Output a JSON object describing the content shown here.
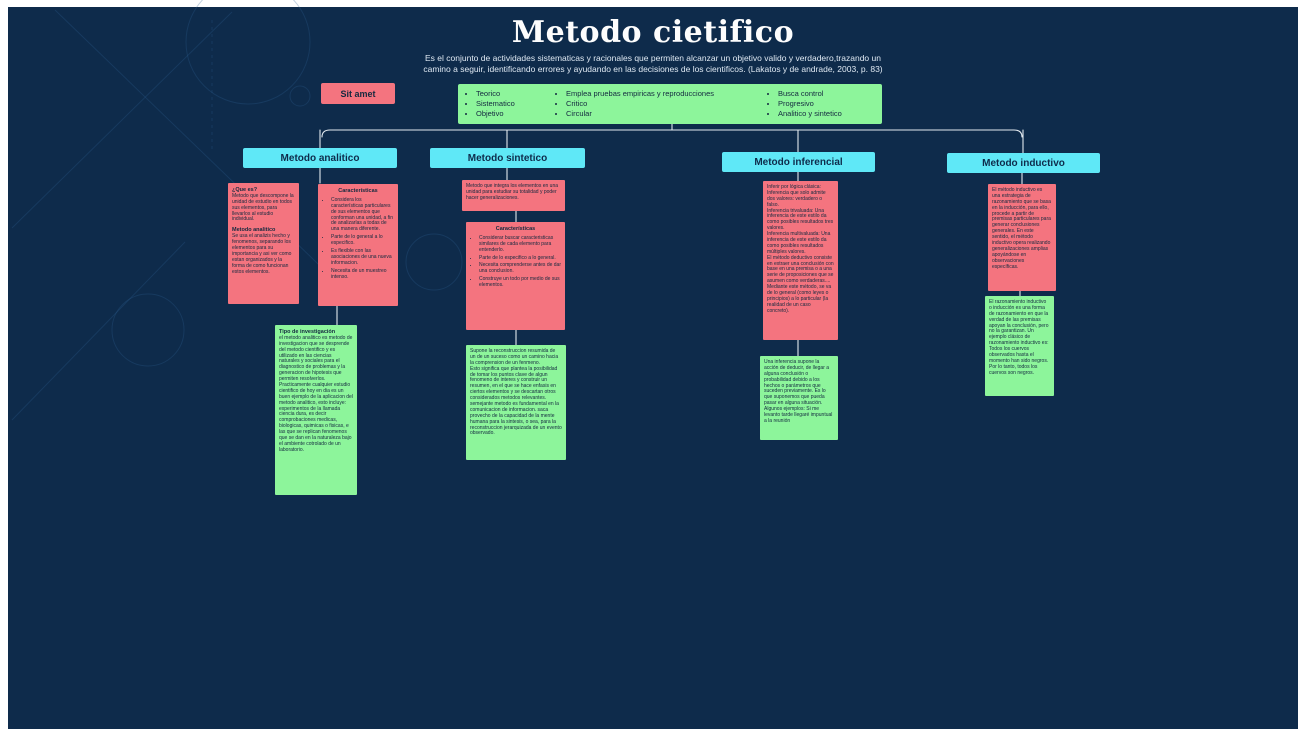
{
  "title": "Metodo cietifico",
  "subtitle": "Es el conjunto de actividades sistematicas y racionales que permiten alcanzar un objetivo valido y verdadero,trazando un\ncamino a seguir, identificando errores y ayudando en las decisiones de los cientificos. (Lakatos y de andrade, 2003, p. 83)",
  "sit_amet": "Sit amet",
  "features": {
    "col1": [
      "Teorico",
      "Sistematico",
      "Objetivo"
    ],
    "col2": [
      "Emplea pruebas empiricas y reproducciones",
      "Critico",
      "Circular"
    ],
    "col3": [
      "Busca control",
      "Progresivo",
      "Analitico y sintetico"
    ]
  },
  "branches": {
    "analitico": {
      "label": "Metodo analitico",
      "what": {
        "heading1": "¿Que es?",
        "text1": "Metodo que descompone la unidad de estudio en todos sus elementos, para llevarlos al estudio individual.",
        "heading2": "Metodo analitico",
        "text2": "Se usa el analizis hecho y fenomenos, separando los elementos para su importancia y asi ver como estan organizados y la forma de como funcionan estos elementos."
      },
      "caracteristicas": {
        "heading": "Características",
        "items": [
          "Considera los características particulares de sus elementos que conforman una unidad, a fin de analizarlas a todas de una manera diferente.",
          "Parte de lo general a lo especifico.",
          "Es flexible con las asociaciones de una nueva informacion.",
          "Necesita de un muestreo intenso."
        ]
      },
      "tipo": {
        "heading": "Tipo de investigación",
        "text": "el metodo analitico es metodo de investigacion que se desprende del metodo cientifico y es utilizado en las ciencias naturales y sociales para el diagnostico de problemas y la generacion de hipotesis que permiten resolverlos.\nPracticamente cualquier estudio cientifico de hoy en dia es un buen ejemplo de la aplicacion del metodo analitico, esto incluye: experimentos de la llamada ciencia dura, es decir comprobaciones medicas, biologicas, quimicas o fisicas, e las que se replican fenomenos que se dan en la naturaleza bajo el ambiente cotrolado de un laboratorio."
      }
    },
    "sintetico": {
      "label": "Metodo sintetico",
      "def": "Metodo que integra los elementos en una unidad para estudiar su totalidad y poder hacer generalizaciones.",
      "caracteristicas": {
        "heading": "Características",
        "items": [
          "Considerar buscar caracteristicas similares de cada elemento para entenderlo.",
          "Parte de lo especifico a lo general.",
          "Necesita comprenderse antes de dar una conclusion.",
          "Construye un todo por medio de sus elementos."
        ]
      },
      "green": "Supone la reconstruccion resumida de un de un suceso como un camino hacia la comprension de un fenmeno.\nEsto significa que plantea la posibilidad de tomar los puntos clave de algun fenomeno de interes y construir un resumen, en el que se hace enfasis en ciertos elementos y se descartan otros considerados metodos relevantes.\nsemejante metodo es fundamental en la comunicacion de informacion. saca provecho de la capacidad de la mente humana para la sintesis, o sea, para la reconstruccion jerarquizada de un evento observado."
    },
    "inferencial": {
      "label": "Metodo inferencial",
      "pink": "Inferir por lógica clásica: Inferencia que solo admite dos valores: verdadero o falso.\nInferencia trivaluada: Una inferencia de este estilo da como posibles resultados tres valores.\nInferencia multivaluada: Una inferencia de este estilo da como posibles resultados múltiples valores.\nEl método deductivo consiste en extraer una conclusión con base en una premisa o a una serie de proposiciones que se asumen como verdaderas....\nMediante este método, se va de lo general (como leyes o principios) a lo particular (la realidad de un caso concreto).",
      "green": "Una inferencia supone la acción de deducir, de llegar a alguna conclusión o probabilidad debido a los hechos o parámetros que suceden previamente. Es lo que suponemos que pueda pasar en alguna situación.\nAlgunos ejemplos: Si me levanto tarde llegaré impuntual a la reunión"
    },
    "inductivo": {
      "label": "Metodo inductivo",
      "pink": "El método inductivo es una estrategia de razonamiento que se basa en la inducción, para ello, procede a partir de premisas particulares para generar conclusiones generales. En este sentido, el método inductivo opera realizando generalizaciones amplias apoyándose en observaciones específicas.",
      "green": "El razonamiento inductivo o inducción es una forma de razonamiento en que la verdad de las premisas apoyan la conclusión, pero no la garantizan. Un ejemplo clásico de razonamiento inductivo es: Todos los cuervos observados hasta el momento han sido negros. Por lo tanto, todos los cuervos son negros."
    }
  },
  "colors": {
    "background": "#0e2b4b",
    "note_pink": "#f4747f",
    "note_green": "#8df59b",
    "header_cyan": "#5fe8f7",
    "text_dark": "#13293f",
    "text_light": "#dfe9f3",
    "connector": "#eef3f8"
  }
}
